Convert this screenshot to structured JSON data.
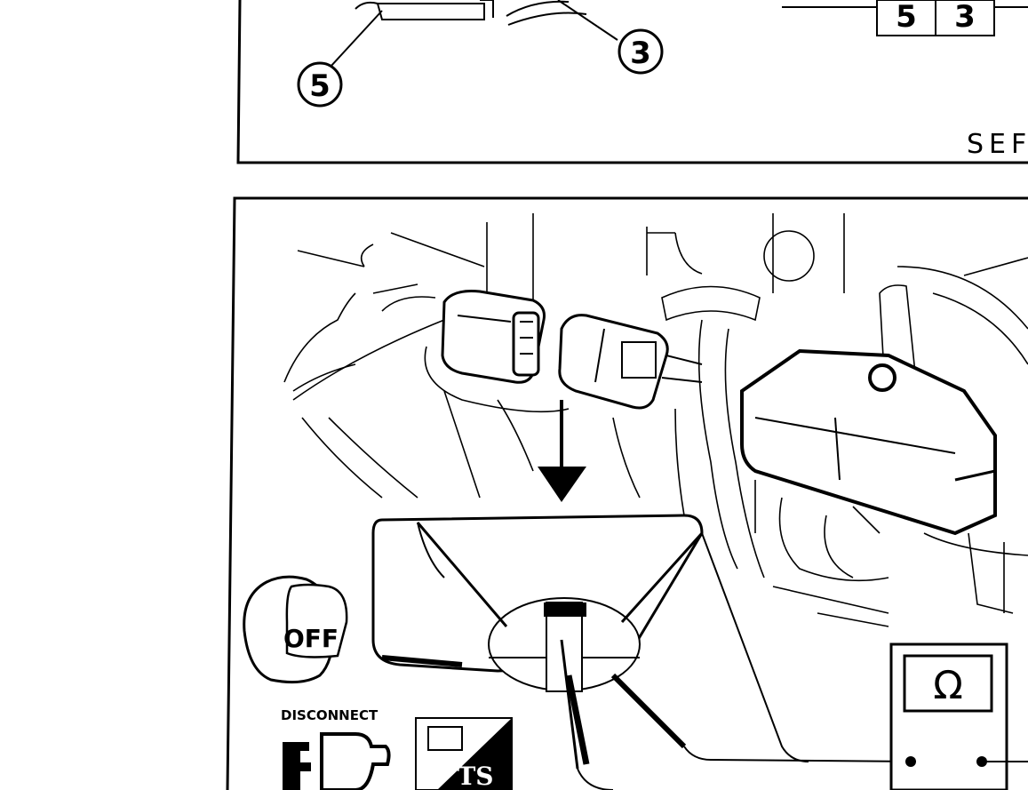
{
  "top_panel": {
    "callout_5": "5",
    "callout_3": "3",
    "connector_pin_5": "5",
    "connector_pin_3": "3",
    "ref_code": "SEF"
  },
  "bottom_panel": {
    "ignition_key_label": "OFF",
    "disconnect_label": "DISCONNECT",
    "ohmmeter_symbol": "Ω",
    "test_icon_label": "TS",
    "icons": [
      "ignition-off-key-icon",
      "disconnect-connector-icon",
      "connector-test-icon",
      "ohmmeter-icon",
      "arrow-down-icon"
    ]
  }
}
